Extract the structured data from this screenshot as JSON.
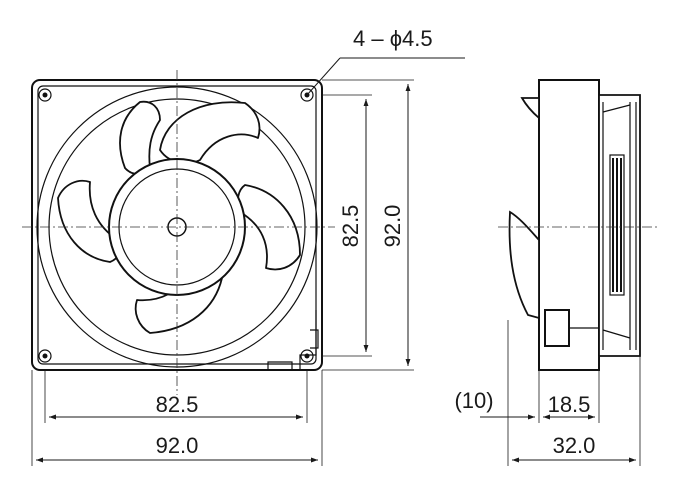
{
  "labels": {
    "holes": "4 – ϕ4.5",
    "width_inner": "82.5",
    "width_outer": "92.0",
    "height_inner": "82.5",
    "height_outer": "92.0",
    "offset": "(10)",
    "depth_body": "18.5",
    "depth_total": "32.0"
  }
}
